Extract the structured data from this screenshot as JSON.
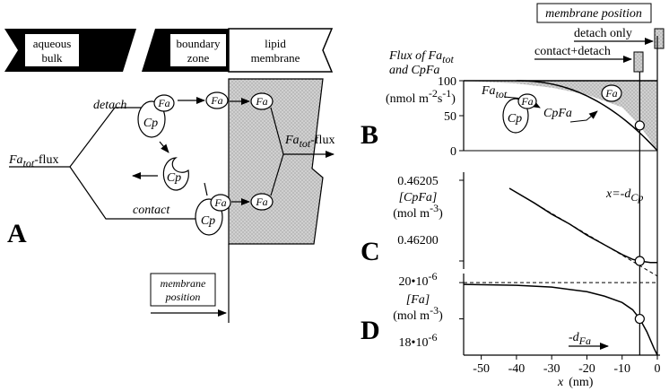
{
  "panel_a": {
    "letter": "A",
    "band": {
      "aqueous_l1": "aqueous",
      "aqueous_l2": "bulk",
      "boundary_l1": "boundary",
      "boundary_l2": "zone",
      "lipid_l1": "lipid",
      "lipid_l2": "membrane"
    },
    "fa_tot": "Fa",
    "fa_tot_sub": "tot",
    "flux_suffix": "-flux",
    "detach": "detach",
    "contact": "contact",
    "cp": "Cp",
    "fa": "Fa",
    "membrane_position_l1": "membrane",
    "membrane_position_l2": "position"
  },
  "panel_b": {
    "letter": "B",
    "title_l1_a": "Flux of Fa",
    "title_l1_sub": "tot",
    "title_l2": "and CpFa",
    "unit_a": "(nmol m",
    "unit_sup1": "-2",
    "unit_b": "s",
    "unit_sup2": "-1",
    "unit_c": ")",
    "fa_tot": "Fa",
    "fa_tot_sub": "tot",
    "cpfa": "CpFa",
    "cp": "Cp",
    "fa": "Fa",
    "membrane_position": "membrane position",
    "detach_only": "detach only",
    "contact_detach": "contact+detach",
    "yticks": [
      "100",
      "50",
      "0"
    ]
  },
  "panel_c": {
    "letter": "C",
    "ylabel_l1": "[CpFa]",
    "ylabel_l2_a": "(mol m",
    "ylabel_l2_sup": "-3",
    "ylabel_l2_c": ")",
    "yticks": [
      "0.46205",
      "0.46200"
    ],
    "annot_a": "x=-d",
    "annot_sub": "Cp"
  },
  "panel_d": {
    "letter": "D",
    "ylabel_l1": "[Fa]",
    "ylabel_l2_a": "(mol m",
    "ylabel_l2_sup": "-3",
    "ylabel_l2_c": ")",
    "ytick_top": "20•10",
    "ytick_top_sup": "-6",
    "ytick_bot": "18•10",
    "ytick_bot_sup": "-6",
    "annot_a": "-d",
    "annot_sub": "Fa",
    "xticks": [
      "-50",
      "-40",
      "-30",
      "-20",
      "-10",
      "0"
    ],
    "xlabel_a": "x",
    "xlabel_b": "(nm)"
  },
  "chart_data": [
    {
      "type": "line",
      "x": [
        -55,
        -40,
        -30,
        -20,
        -10,
        -5,
        0
      ],
      "series": [
        {
          "name": "Fa",
          "values": [
            100,
            100,
            100,
            100,
            100,
            100,
            100
          ]
        },
        {
          "name": "CpFa",
          "values": [
            100,
            96,
            90,
            80,
            62,
            36,
            0
          ]
        }
      ],
      "ylim": [
        0,
        100
      ],
      "xlim": [
        -55,
        0
      ]
    },
    {
      "type": "line",
      "x": [
        -42,
        -35,
        -30,
        -25,
        -20,
        -15,
        -10,
        -7,
        -5,
        -2,
        0
      ],
      "series": [
        {
          "values": [
            0.462045,
            0.462036,
            0.462029,
            0.462023,
            0.462016,
            0.46201,
            0.462004,
            0.462001,
            0.462,
            0.461999,
            0.461999
          ]
        }
      ],
      "ylim": [
        0.461995,
        0.462055
      ],
      "xlim": [
        -55,
        0
      ]
    },
    {
      "type": "line",
      "x": [
        -55,
        -40,
        -30,
        -20,
        -15,
        -10,
        -7,
        -5,
        -3,
        -1,
        0
      ],
      "series": [
        {
          "values": [
            19.9,
            19.85,
            19.75,
            19.5,
            19.25,
            18.9,
            18.5,
            18.0,
            17.3,
            16.4,
            16.0
          ]
        }
      ],
      "ylim": [
        16,
        20.5
      ],
      "xlim": [
        -55,
        0
      ]
    }
  ]
}
